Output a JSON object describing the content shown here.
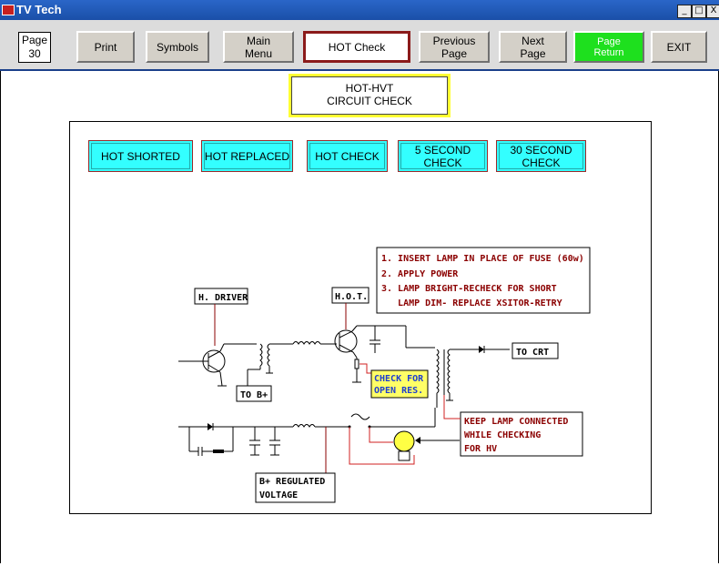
{
  "window": {
    "title": "TV Tech",
    "controls": [
      "_",
      "□",
      "X"
    ]
  },
  "toolbar": {
    "page_label": "Page\n30",
    "print": "Print",
    "symbols": "Symbols",
    "main_menu": "Main\nMenu",
    "hot_check": "HOT Check",
    "previous_page": "Previous\nPage",
    "next_page": "Next\nPage",
    "page_return": "Page\nReturn",
    "exit": "EXIT"
  },
  "heading": "HOT-HVT\nCIRCUIT CHECK",
  "checks": {
    "hot_shorted": "HOT SHORTED",
    "hot_replaced": "HOT REPLACED",
    "hot_check": "HOT CHECK",
    "five_second": "5 SECOND\nCHECK",
    "thirty_second": "30 SECOND\nCHECK"
  },
  "diagram": {
    "instructions": [
      "1. INSERT LAMP IN PLACE OF FUSE (60w)",
      "2. APPLY POWER",
      "3. LAMP BRIGHT-RECHECK FOR SHORT",
      "   LAMP DIM- REPLACE XSITOR-RETRY"
    ],
    "h_driver": "H. DRIVER",
    "hot": "H.O.T.",
    "to_b_plus": "TO B+",
    "to_crt": "TO CRT",
    "check_open_res": [
      "CHECK FOR",
      "OPEN RES."
    ],
    "keep_lamp": [
      "KEEP LAMP CONNECTED",
      "WHILE CHECKING",
      "FOR HV"
    ],
    "b_plus_regulated": [
      "B+ REGULATED",
      "VOLTAGE"
    ]
  },
  "colors": {
    "accent_green": "#1ee01e",
    "check_cyan": "#33ffff",
    "heading_yellow": "#ffff33",
    "annot_red": "#8b0000",
    "annot_yellow": "#ffff66",
    "annot_blue": "#1f3fd0"
  }
}
